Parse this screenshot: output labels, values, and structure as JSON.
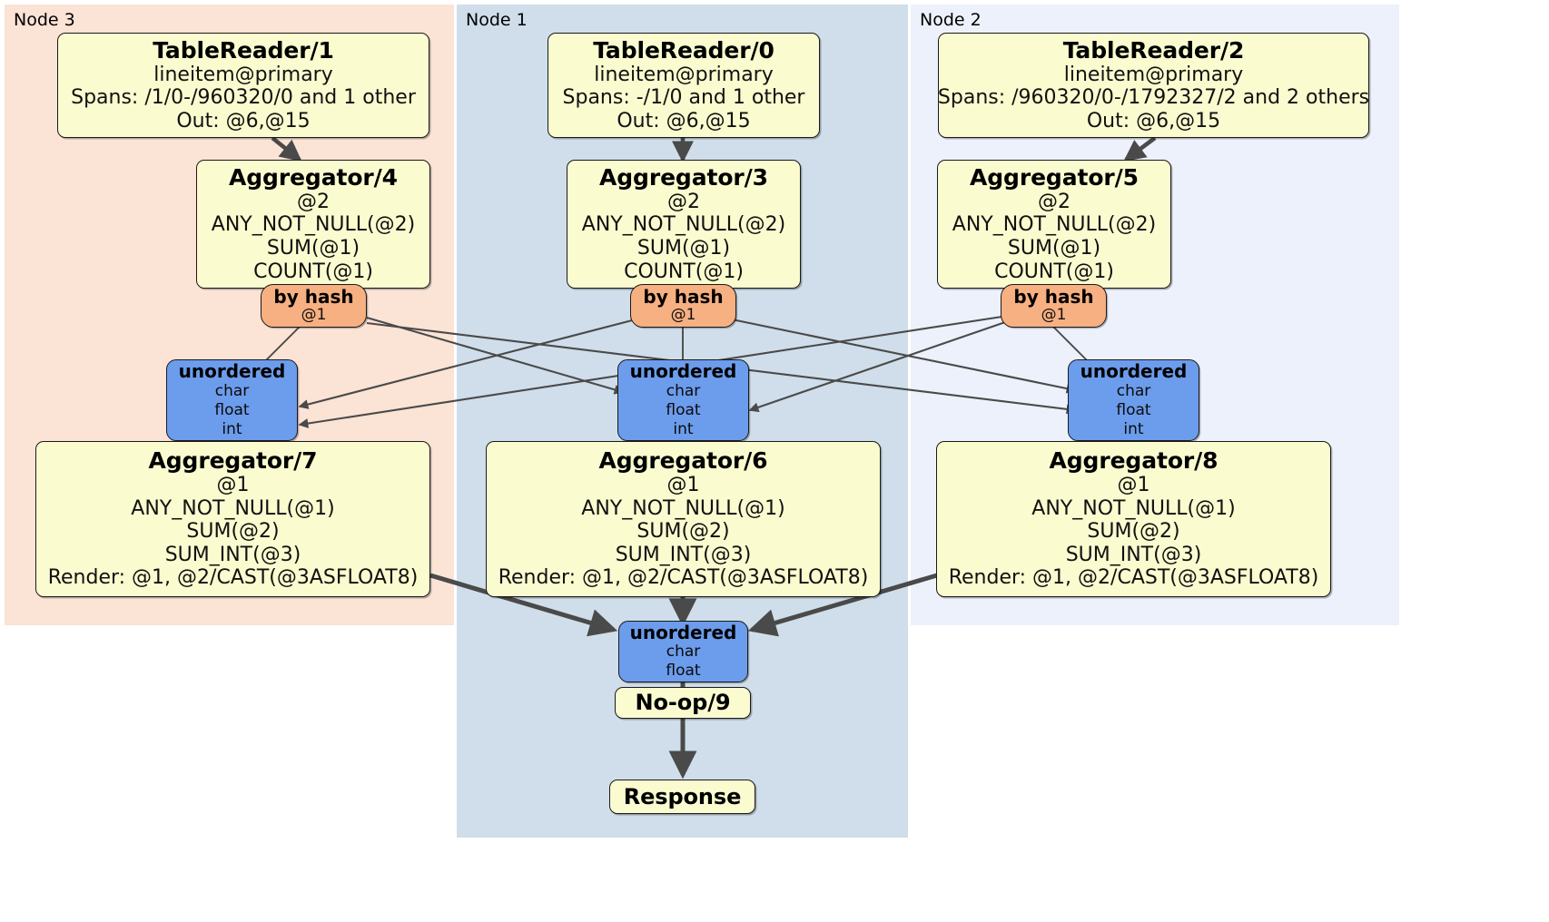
{
  "diagram": {
    "title": "Distributed SQL query plan",
    "colors": {
      "node3_bg": "#fbe3d6",
      "node1_bg": "#cfdeea",
      "node2_bg": "#edf1fb",
      "processor_fill": "#fbfbd0",
      "router_fill": "#f7b081",
      "synchronizer_fill": "#6c9cec",
      "stroke": "#1a1a1a",
      "edge": "#4a4a4a",
      "page_bg": "#ffffff"
    }
  },
  "panels": [
    {
      "id": "node3",
      "label": "Node 3"
    },
    {
      "id": "node1",
      "label": "Node 1"
    },
    {
      "id": "node2",
      "label": "Node 2"
    }
  ],
  "processors": {
    "table_reader_1": {
      "title": "TableReader/1",
      "lines": [
        "lineitem@primary",
        "Spans: /1/0-/960320/0 and 1 other",
        "Out: @6,@15"
      ]
    },
    "table_reader_0": {
      "title": "TableReader/0",
      "lines": [
        "lineitem@primary",
        "Spans: -/1/0 and 1 other",
        "Out: @6,@15"
      ]
    },
    "table_reader_2": {
      "title": "TableReader/2",
      "lines": [
        "lineitem@primary",
        "Spans: /960320/0-/1792327/2 and 2 others",
        "Out: @6,@15"
      ]
    },
    "aggregator_4": {
      "title": "Aggregator/4",
      "lines": [
        "@2",
        "ANY_NOT_NULL(@2)",
        "SUM(@1)",
        "COUNT(@1)"
      ]
    },
    "aggregator_3": {
      "title": "Aggregator/3",
      "lines": [
        "@2",
        "ANY_NOT_NULL(@2)",
        "SUM(@1)",
        "COUNT(@1)"
      ]
    },
    "aggregator_5": {
      "title": "Aggregator/5",
      "lines": [
        "@2",
        "ANY_NOT_NULL(@2)",
        "SUM(@1)",
        "COUNT(@1)"
      ]
    },
    "aggregator_7": {
      "title": "Aggregator/7",
      "lines": [
        "@1",
        "ANY_NOT_NULL(@1)",
        "SUM(@2)",
        "SUM_INT(@3)",
        "Render: @1, @2/CAST(@3ASFLOAT8)"
      ]
    },
    "aggregator_6": {
      "title": "Aggregator/6",
      "lines": [
        "@1",
        "ANY_NOT_NULL(@1)",
        "SUM(@2)",
        "SUM_INT(@3)",
        "Render: @1, @2/CAST(@3ASFLOAT8)"
      ]
    },
    "aggregator_8": {
      "title": "Aggregator/8",
      "lines": [
        "@1",
        "ANY_NOT_NULL(@1)",
        "SUM(@2)",
        "SUM_INT(@3)",
        "Render: @1, @2/CAST(@3ASFLOAT8)"
      ]
    },
    "noop_9": {
      "title": "No-op/9",
      "lines": []
    },
    "response": {
      "title": "Response",
      "lines": []
    }
  },
  "routers": {
    "hash_left": {
      "title": "by hash",
      "lines": [
        "@1"
      ]
    },
    "hash_center": {
      "title": "by hash",
      "lines": [
        "@1"
      ]
    },
    "hash_right": {
      "title": "by hash",
      "lines": [
        "@1"
      ]
    }
  },
  "synchronizers": {
    "unordered_left": {
      "title": "unordered",
      "lines": [
        "char",
        "float",
        "int"
      ]
    },
    "unordered_center": {
      "title": "unordered",
      "lines": [
        "char",
        "float",
        "int"
      ]
    },
    "unordered_right": {
      "title": "unordered",
      "lines": [
        "char",
        "float",
        "int"
      ]
    },
    "unordered_final": {
      "title": "unordered",
      "lines": [
        "char",
        "float"
      ]
    }
  }
}
